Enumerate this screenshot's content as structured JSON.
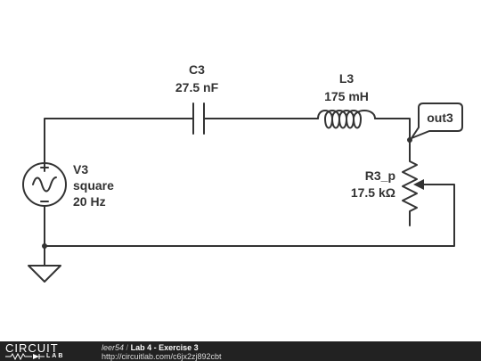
{
  "schematic": {
    "source": {
      "designator": "V3",
      "waveform": "square",
      "frequency": "20 Hz"
    },
    "capacitor": {
      "designator": "C3",
      "value": "27.5 nF"
    },
    "inductor": {
      "designator": "L3",
      "value": "175 mH"
    },
    "potentiometer": {
      "designator": "R3_p",
      "value": "17.5 kΩ"
    },
    "probe": {
      "label": "out3"
    }
  },
  "footer": {
    "logo_top": "CIRCUIT",
    "logo_bottom": "LAB",
    "author": "leer54",
    "separator": "/",
    "title": "Lab 4 - Exercise 3",
    "url": "http://circuitlab.com/c6jx2zj892cbt"
  }
}
